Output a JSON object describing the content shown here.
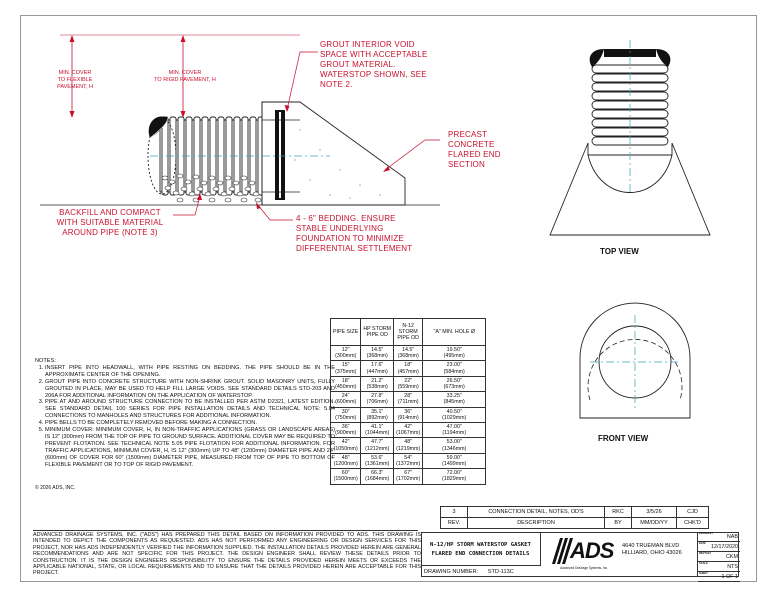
{
  "dimensions": {
    "min_cover_flexible": "MIN. COVER\nTO FLEXIBLE\nPAVEMENT, H",
    "min_cover_rigid": "MIN. COVER\nTO RIGID PAVEMENT, H"
  },
  "callouts": {
    "grout": "GROUT INTERIOR VOID\nSPACE WITH ACCEPTABLE\nGROUT MATERIAL.\nWATERSTOP SHOWN, SEE\nNOTE 2.",
    "precast": "PRECAST\nCONCRETE\nFLARED END\nSECTION",
    "backfill": "BACKFILL AND COMPACT\nWITH SUITABLE MATERIAL\nAROUND PIPE (NOTE 3)",
    "bedding": "4 - 6\" BEDDING. ENSURE\nSTABLE UNDERLYING\nFOUNDATION TO MINIMIZE\nDIFFERENTIAL SETTLEMENT"
  },
  "views": {
    "top": "TOP VIEW",
    "front": "FRONT VIEW"
  },
  "pipe_table": {
    "headers": [
      "PIPE SIZE",
      "HP STORM\nPIPE OD",
      "N-12\nSTORM\nPIPE OD",
      "\"A\" MIN. HOLE Ø"
    ],
    "rows": [
      [
        "12\"\n(300mm)",
        "14.5\"\n(368mm)",
        "14.5\"\n(368mm)",
        "19.50\"\n(495mm)"
      ],
      [
        "15\"\n(375mm)",
        "17.6\"\n(447mm)",
        "18\"\n(457mm)",
        "23.00\"\n(584mm)"
      ],
      [
        "18\"\n(450mm)",
        "21.2\"\n(538mm)",
        "22\"\n(559mm)",
        "26.50\"\n(673mm)"
      ],
      [
        "24\"\n(600mm)",
        "27.8\"\n(706mm)",
        "28\"\n(711mm)",
        "33.25\"\n(845mm)"
      ],
      [
        "30\"\n(750mm)",
        "35.1\"\n(892mm)",
        "36\"\n(914mm)",
        "40.50\"\n(1029mm)"
      ],
      [
        "36\"\n(900mm)",
        "41.1\"\n(1044mm)",
        "42\"\n(1067mm)",
        "47.00\"\n(1194mm)"
      ],
      [
        "42\"\n(1050mm)",
        "47.7\"\n(1212mm)",
        "48\"\n(1219mm)",
        "53.00\"\n(1346mm)"
      ],
      [
        "48\"\n(1200mm)",
        "53.6\"\n(1361mm)",
        "54\"\n(1372mm)",
        "59.00\"\n(1499mm)"
      ],
      [
        "60\"\n(1500mm)",
        "66.3\"\n(1684mm)",
        "67\"\n(1702mm)",
        "72.00\"\n(1829mm)"
      ]
    ]
  },
  "notes": {
    "title": "NOTES:",
    "items": [
      "INSERT PIPE INTO HEADWALL, WITH PIPE RESTING ON BEDDING. THE PIPE SHOULD BE IN THE APPROXIMATE CENTER OF THE OPENING.",
      "GROUT PIPE INTO CONCRETE STRUCTURE WITH NON-SHRINK GROUT. SOLID MASONRY UNITS, FULLY GROUTED IN PLACE, MAY BE USED TO HELP FILL LARGE VOIDS. SEE STANDARD DETAILS STD-203 AND 206A FOR ADDITIONAL INFORMATION ON THE APPLICATION OF WATERSTOP.",
      "PIPE AT AND AROUND STRUCTURE CONNECTION TO BE INSTALLED PER ASTM D2321, LATEST EDITION. SEE STANDARD DETAIL 100 SERIES FOR PIPE INSTALLATION DETAILS AND TECHNICAL NOTE: 5.04 CONNECTIONS TO MANHOLES AND STRUCTURES FOR ADDITIONAL INFORMATION.",
      "PIPE BELLS TO BE COMPLETELY REMOVED BEFORE MAKING A CONNECTION.",
      "MINIMUM COVER: MINIMUM COVER, H, IN NON-TRAFFIC APPLICATIONS (GRASS OR LANDSCAPE AREAS) IS 12\" (300mm) FROM THE TOP OF PIPE TO GROUND SURFACE. ADDITIONAL COVER MAY BE REQUIRED TO PREVENT FLOTATION. SEE TECHNICAL NOTE 5.05 PIPE FLOTATION FOR ADDITIONAL INFORMATION. FOR TRAFFIC APPLICATIONS, MINIMUM COVER, H, IS 12\" (300mm) UP TO 48\" (1200mm) DIAMETER PIPE AND 24\" (600mm) OF COVER FOR 60\" (1500mm) DIAMETER PIPE, MEASURED FROM TOP OF PIPE TO BOTTOM OF FLEXIBLE PAVEMENT OR TO TOP OF RIGID PAVEMENT."
    ]
  },
  "copyright": "© 2026 ADS, INC.",
  "disclaimer": "ADVANCED DRAINAGE SYSTEMS, INC. (\"ADS\") HAS PREPARED THIS DETAIL BASED ON INFORMATION PROVIDED TO ADS. THIS DRAWING IS INTENDED TO DEPICT THE COMPONENTS AS REQUESTED. ADS HAS NOT PERFORMED ANY ENGINEERING OR DESIGN SERVICES FOR THIS PROJECT, NOR HAS ADS INDEPENDENTLY VERIFIED THE INFORMATION SUPPLIED. THE INSTALLATION DETAILS PROVIDED HEREIN ARE GENERAL RECOMMENDATIONS AND ARE NOT SPECIFIC FOR THIS PROJECT. THE DESIGN ENGINEER SHALL REVIEW THESE DETAILS PRIOR TO CONSTRUCTION. IT IS THE DESIGN ENGINEERS RESPONSIBILITY TO ENSURE THE DETAILS PROVIDED HEREIN MEETS OR EXCEEDS THE APPLICABLE NATIONAL, STATE, OR LOCAL REQUIREMENTS AND TO ENSURE THAT THE DETAILS PROVIDED HEREIN ARE ACCEPTABLE FOR THIS PROJECT.",
  "revisions": {
    "row": [
      "3",
      "CONNECTION DETAIL, NOTES, OD'S",
      "RKC",
      "3/5/26",
      "CJD"
    ],
    "headers": [
      "REV.",
      "DESCRIPTION",
      "BY",
      "MM/DD/YY",
      "CHK'D"
    ]
  },
  "title_block": {
    "title_line1": "N-12/HP STORM WATERSTOP GASKET",
    "title_line2": "FLARED END CONNECTION DETAILS",
    "drawing_number_label": "DRAWING NUMBER:",
    "drawing_number": "STD-113C",
    "logo_text": "ADS",
    "logo_subtitle": "Advanced Drainage Systems, Inc.",
    "address_line1": "4640 TRUEMAN BLVD",
    "address_line2": "HILLIARD, OHIO 43026",
    "fields": [
      {
        "label": "DRAWN BY",
        "value": "NAB"
      },
      {
        "label": "DATE",
        "value": "12/17/2020"
      },
      {
        "label": "REV'D BY",
        "value": "CKM"
      },
      {
        "label": "SCALE",
        "value": "NTS"
      },
      {
        "label": "SHEET",
        "value": "1 OF 1"
      }
    ]
  }
}
